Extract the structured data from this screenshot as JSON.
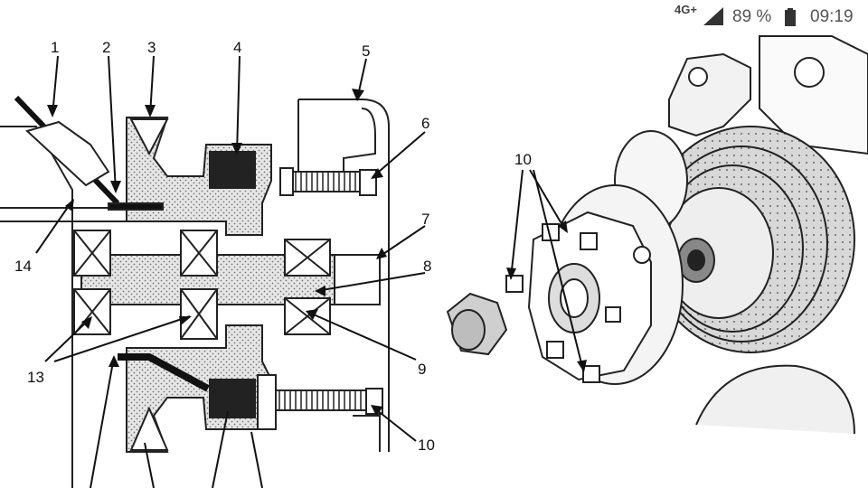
{
  "status_bar": {
    "network": "4G+",
    "battery_percent": "89 %",
    "time": "09:19",
    "icons": [
      "signal-icon",
      "battery-icon"
    ]
  },
  "callouts_left": [
    "1",
    "2",
    "3",
    "4",
    "5",
    "6",
    "7",
    "8",
    "9",
    "10",
    "13",
    "14"
  ],
  "callouts_right": [
    "10"
  ]
}
